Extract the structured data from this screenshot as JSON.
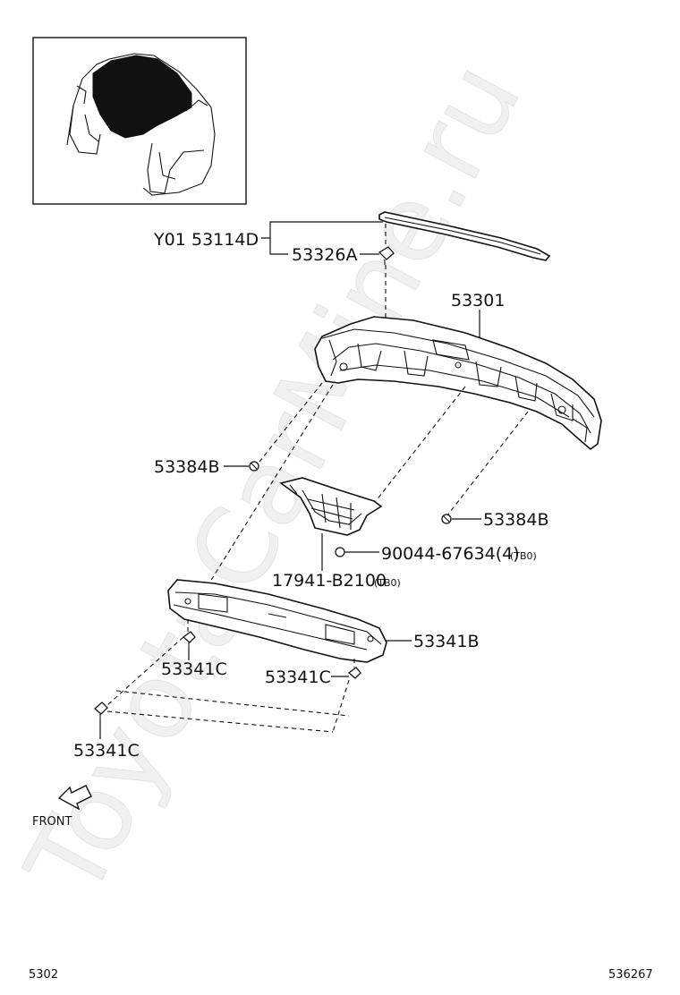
{
  "parts": {
    "molding": "53114D",
    "molding_prefix": "Y01",
    "clip_top": "53326A",
    "hood": "53301",
    "bolt_left": "53384B",
    "bolt_right": "53384B",
    "striker": "17941-B2100",
    "striker_suffix": "(TB0)",
    "bolt_striker": "90044-67634(4)",
    "bolt_striker_suffix": "(TB0)",
    "insulator": "53341B",
    "clip_a": "53341C",
    "clip_b": "53341C",
    "clip_c": "53341C"
  },
  "direction": {
    "front": "FRONT"
  },
  "footer": {
    "left_code": "5302",
    "right_code": "536267"
  },
  "watermark": {
    "text": "ToyotaCarMine.ru"
  }
}
